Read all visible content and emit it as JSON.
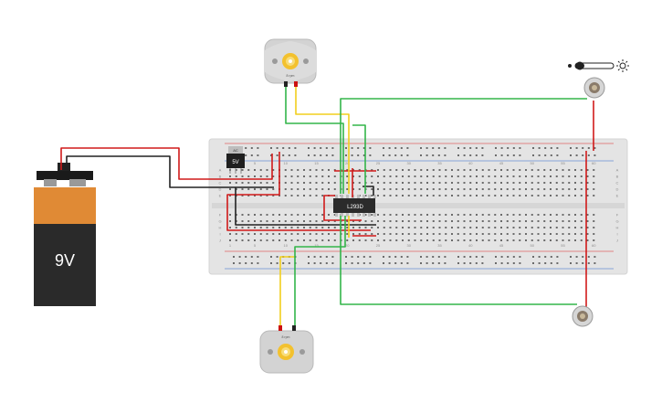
{
  "battery": {
    "label": "9V"
  },
  "regulator": {
    "label": "5V",
    "pin_mark": "AC"
  },
  "ic": {
    "label": "L293D"
  },
  "motor_top": {
    "label": "8 rpm"
  },
  "motor_bottom": {
    "label": "8 rpm"
  },
  "breadboard": {
    "column_numbers": [
      "1",
      "5",
      "10",
      "15",
      "20",
      "25",
      "30",
      "35",
      "40",
      "45",
      "50",
      "55",
      "60"
    ],
    "row_letters_top": [
      "A",
      "B",
      "C",
      "D",
      "E"
    ],
    "row_letters_bottom": [
      "F",
      "G",
      "H",
      "I",
      "J"
    ]
  },
  "colors": {
    "board": "#e4e4e4",
    "wire_red": "#d11a1a",
    "wire_green": "#33b54a",
    "wire_yellow": "#f2cf1d",
    "wire_black": "#222222",
    "battery_orange": "#e08a35",
    "battery_body": "#2a2a2a",
    "motor_gear": "#f3c12e"
  },
  "icons": {
    "thermometer_icon": "thermometer-slider-icon",
    "sun_icon": "brightness-sun-icon"
  }
}
